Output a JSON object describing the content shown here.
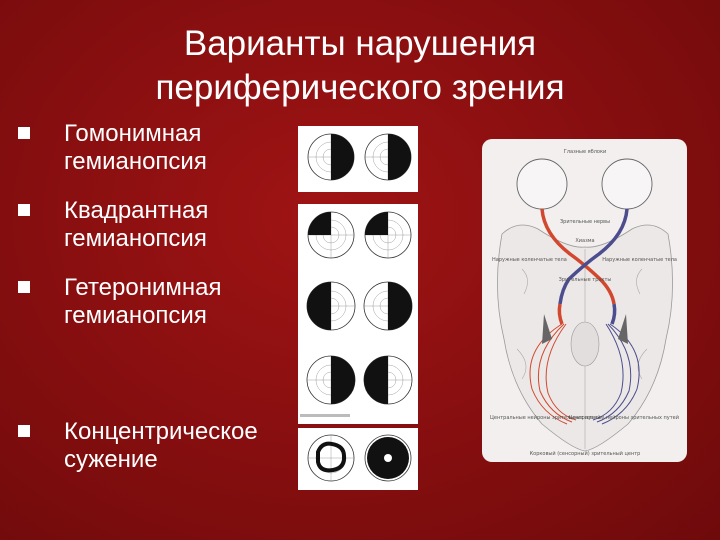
{
  "slide": {
    "title_line1": "Варианты нарушения",
    "title_line2": "периферического зрения"
  },
  "bullets": [
    {
      "line1": "Гомонимная",
      "line2": "гемианопсия"
    },
    {
      "line1": "Квадрантная",
      "line2": "гемианопсия"
    },
    {
      "line1": "Гетеронимная",
      "line2": "гемианопсия"
    },
    {
      "line1": "Концентрическое",
      "line2": "сужение"
    }
  ],
  "diagram": {
    "label_eyes": "Глазные яблоки",
    "label_optic_nerves": "Зрительные нервы",
    "label_chiasm": "Хиазма",
    "label_lgb_left": "Наружные коленчатые тела",
    "label_lgb_right": "Наружные коленчатые тела",
    "label_tracts": "Зрительные тракты",
    "label_central_left": "Центральные нейроны зрительных путей",
    "label_central_right": "Центральные нейроны зрительных путей",
    "label_cortex": "Корковый (сенсорный) зрительный центр"
  },
  "colors": {
    "background": "#8a0f10",
    "text": "#ffffff",
    "nerve_red": "#d2482f",
    "nerve_blue": "#4c4d8e"
  }
}
